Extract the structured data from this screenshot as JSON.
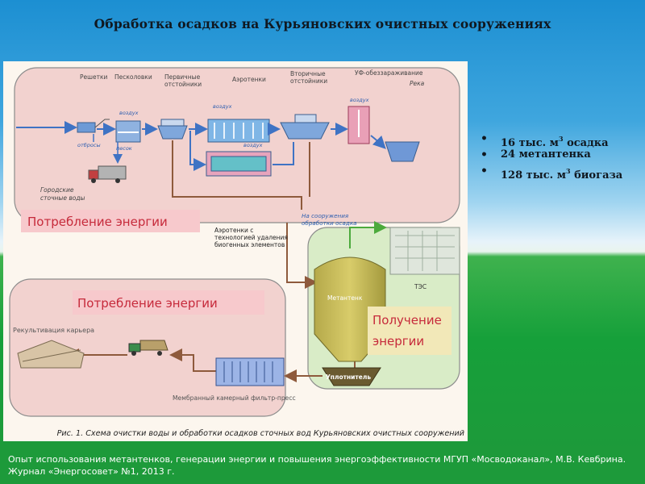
{
  "slide": {
    "title": "Обработка осадков на Курьяновских очистных сооружениях",
    "bullets": [
      {
        "text": "16 тыс. м",
        "sup": "3",
        "after": " осадка"
      },
      {
        "text": "24 метантенка",
        "sup": "",
        "after": ""
      },
      {
        "text": "128 тыс. м",
        "sup": "3",
        "after": " биогаза"
      }
    ],
    "source_line1": "Опыт использования метантенков, генерации энергии и повышения энергоэффективности МГУП «Мосводоканал», М.В. Кевбрина.",
    "source_line2": "Журнал «Энергосовет» №1, 2013 г."
  },
  "figure": {
    "caption": "Рис. 1. Схема очистки воды и обработки осадков сточных вод Курьяновских очистных сооружений",
    "labels": {
      "screens": "Решетки",
      "sand_traps": "Песколовки",
      "primary_1": "Первичные",
      "primary_2": "отстойники",
      "aerotanks": "Аэротенки",
      "secondary_1": "Вторичные",
      "secondary_2": "отстойники",
      "uv": "УФ-обеззараживание",
      "river": "Река",
      "air_1": "воздух",
      "air_2": "воздух",
      "air_3": "воздух",
      "air_4": "воздух",
      "waste": "отбросы",
      "sand": "песок",
      "city_1": "Городские",
      "city_2": "сточные воды",
      "to_sludge_1": "На сооружения",
      "to_sludge_2": "обработки осадка",
      "aero_bio_1": "Аэротенки с",
      "aero_bio_2": "технологией удаления",
      "aero_bio_3": "биогенных элементов",
      "consumption_1": "Потребление энергии",
      "consumption_2": "Потребление энергии",
      "generation_1": "Получение",
      "generation_2": "энергии",
      "digester": "Метантенк",
      "tes": "ТЭС",
      "thickener": "Уплотнитель",
      "filter_press": "Мембранный камерный фильтр-пресс",
      "quarry": "Рекультивация карьера"
    }
  },
  "colors": {
    "title": "#101820",
    "panel_pink": "#f2d2cf",
    "panel_green": "#d9ecc7",
    "energy_label": "#c62a3b",
    "flow_blue": "#3f73c4",
    "flow_brown": "#8e5a3c",
    "flow_green": "#4caa3c"
  }
}
